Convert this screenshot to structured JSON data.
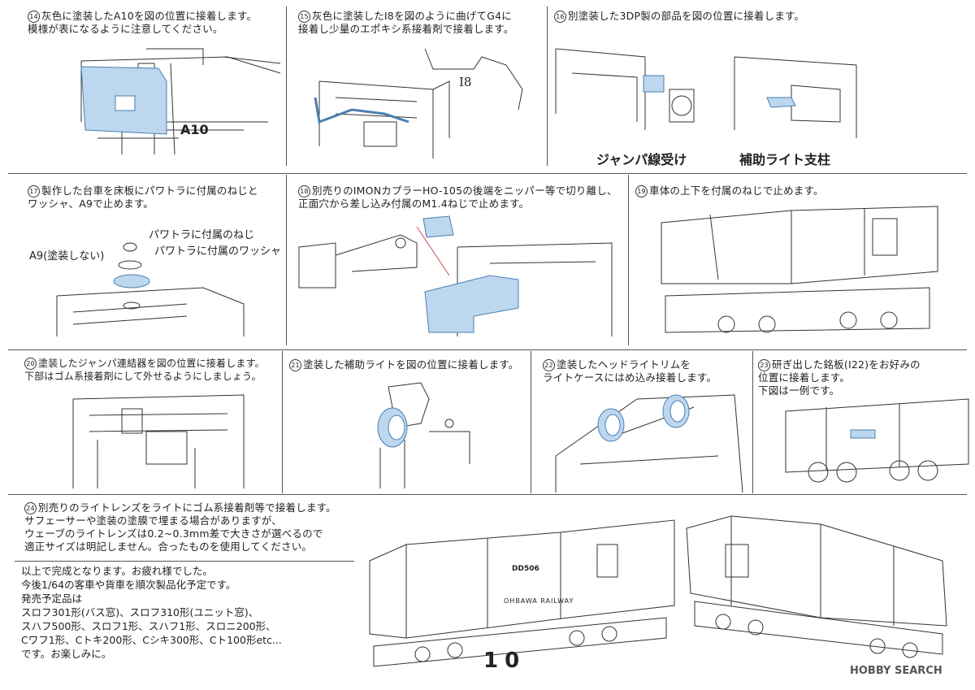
{
  "steps": {
    "s14": {
      "num": "14",
      "text": "灰色に塗装したA10を図の位置に接着します。\n模様が表になるように注意してください。"
    },
    "s15": {
      "num": "15",
      "text": "灰色に塗装したI8を図のように曲げてG4に\n接着し少量のエポキシ系接着剤で接着します。"
    },
    "s16": {
      "num": "16",
      "text": "別塗装した3DP製の部品を図の位置に接着します。"
    },
    "s17": {
      "num": "17",
      "text": "製作した台車を床板にパワトラに付属のねじと\nワッシャ、A9で止めます。"
    },
    "s18": {
      "num": "18",
      "text": "別売りのIMONカプラーHO-105の後端をニッパー等で切り離し、\n正面穴から差し込み付属のM1.4ねじで止めます。"
    },
    "s19": {
      "num": "19",
      "text": "車体の上下を付属のねじで止めます。"
    },
    "s20": {
      "num": "20",
      "text": "塗装したジャンパ連結器を図の位置に接着します。\n下部はゴム系接着剤にして外せるようにしましょう。"
    },
    "s21": {
      "num": "21",
      "text": "塗装した補助ライトを図の位置に接着します。"
    },
    "s22": {
      "num": "22",
      "text": "塗装したヘッドライトリムを\nライトケースにはめ込み接着します。"
    },
    "s23": {
      "num": "23",
      "text": "研ぎ出した銘板(I22)をお好みの\n位置に接着します。\n下図は一例です。"
    },
    "s24": {
      "num": "24",
      "text": "別売りのライトレンズをライトにゴム系接着剤等で接着します。\nサフェーサーや塗装の塗膜で埋まる場合がありますが、\nウェーブのライトレンズは0.2~0.3mm差で大きさが選べるので\n適正サイズは明記しません。合ったものを使用してください。"
    }
  },
  "labels": {
    "a10": "A10",
    "i8": "I8",
    "jumper": "ジャンパ線受け",
    "aux_light": "補助ライト支柱",
    "screw": "パワトラに付属のねじ",
    "washer": "パワトラに付属のワッシャ",
    "a9": "A9(塗装しない)",
    "loco_name": "DD506",
    "railway": "OHBAWA RAILWAY"
  },
  "closing": "以上で完成となります。お疲れ様でした。\n今後1/64の客車や貨車を順次製品化予定です。\n発売予定品は\nスロフ301形(バス窓)、スロフ310形(ユニット窓)、\nスハフ500形、スロフ1形、スハフ1形、スロニ200形、\nCワフ1形、Cトキ200形、Cシキ300形、Cト100形etc...\nです。お楽しみに。",
  "page_number": "10",
  "brand": "HOBBY SEARCH",
  "colors": {
    "highlight": "#bdd7ef",
    "highlight_stroke": "#4a7fb0",
    "ink": "#333333"
  }
}
